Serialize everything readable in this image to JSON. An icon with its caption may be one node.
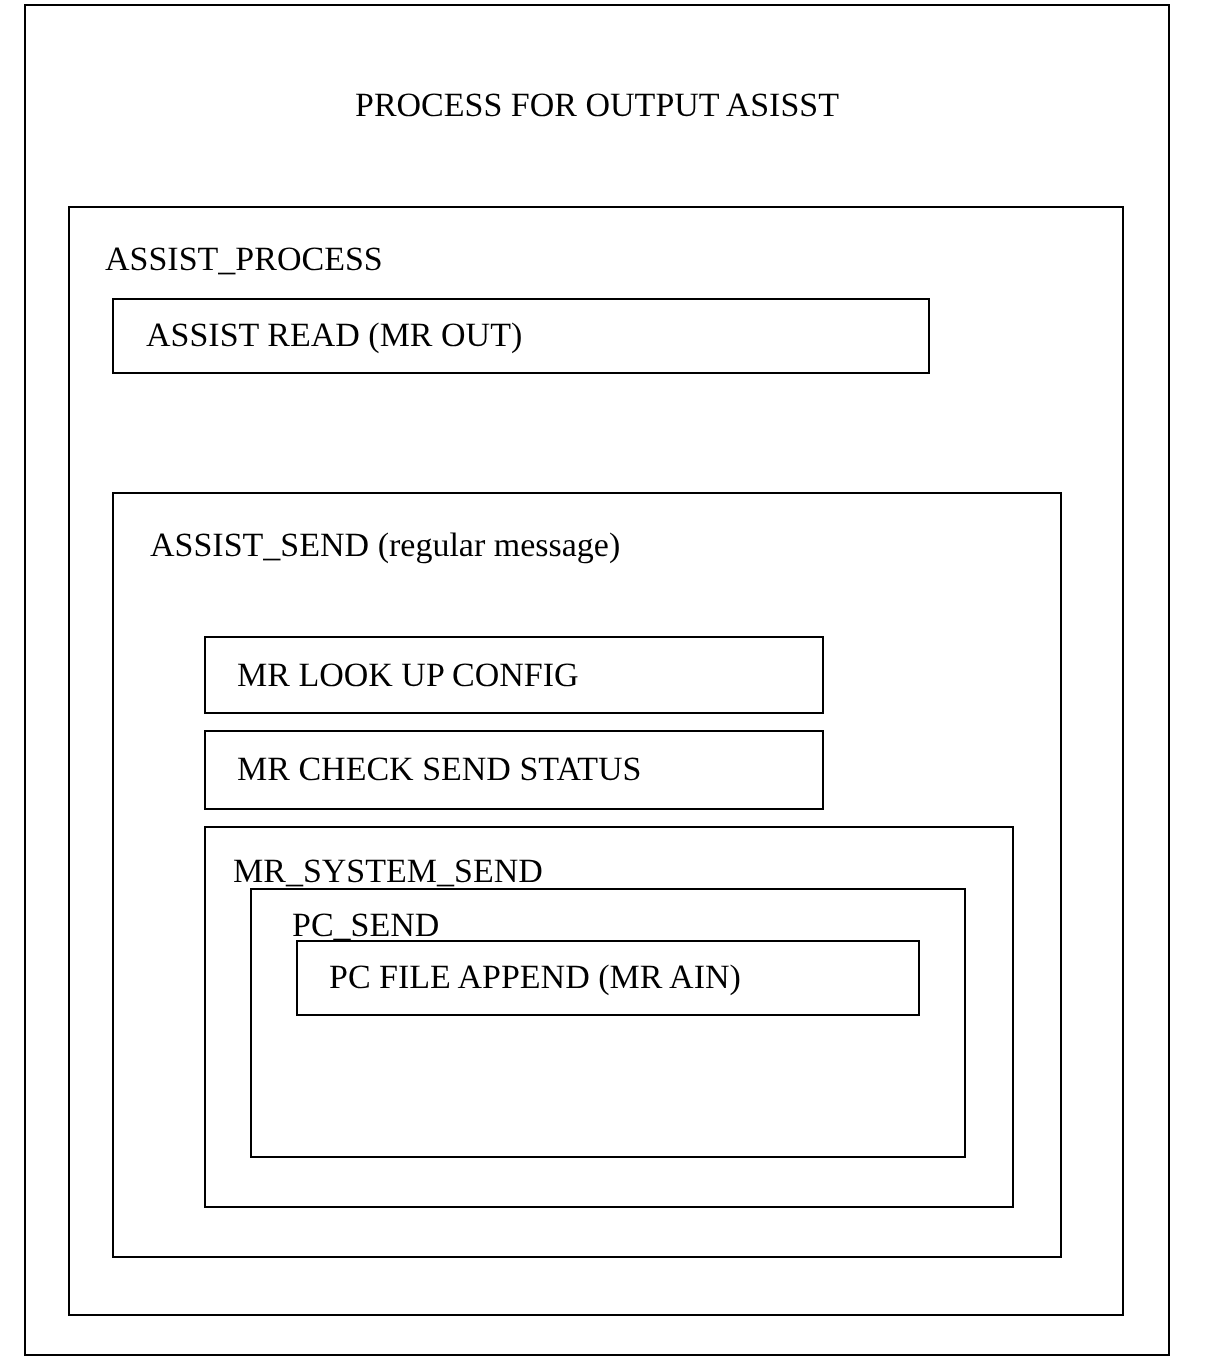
{
  "diagram": {
    "nodes": [
      {
        "text": [
          "PROCESS FOR OUTPUT ASISST"
        ]
      },
      {
        "text": [
          "ASSIST_PROCESS"
        ],
        "in": 0
      },
      {
        "text": [
          "ASSIST READ (MR OUT)"
        ],
        "in": 1
      },
      {
        "text": [
          "ASSIST_SEND (regular message)"
        ],
        "in": 1
      },
      {
        "text": [
          "MR LOOK UP CONFIG"
        ],
        "in": 3
      },
      {
        "text": [
          "MR CHECK SEND STATUS"
        ],
        "in": 3
      },
      {
        "text": [
          "MR_SYSTEM_SEND"
        ],
        "in": 3
      },
      {
        "text": [
          "PC_SEND"
        ],
        "in": 6
      },
      {
        "text": [
          "PC FILE APPEND (MR AIN)"
        ],
        "in": 7
      }
    ]
  }
}
